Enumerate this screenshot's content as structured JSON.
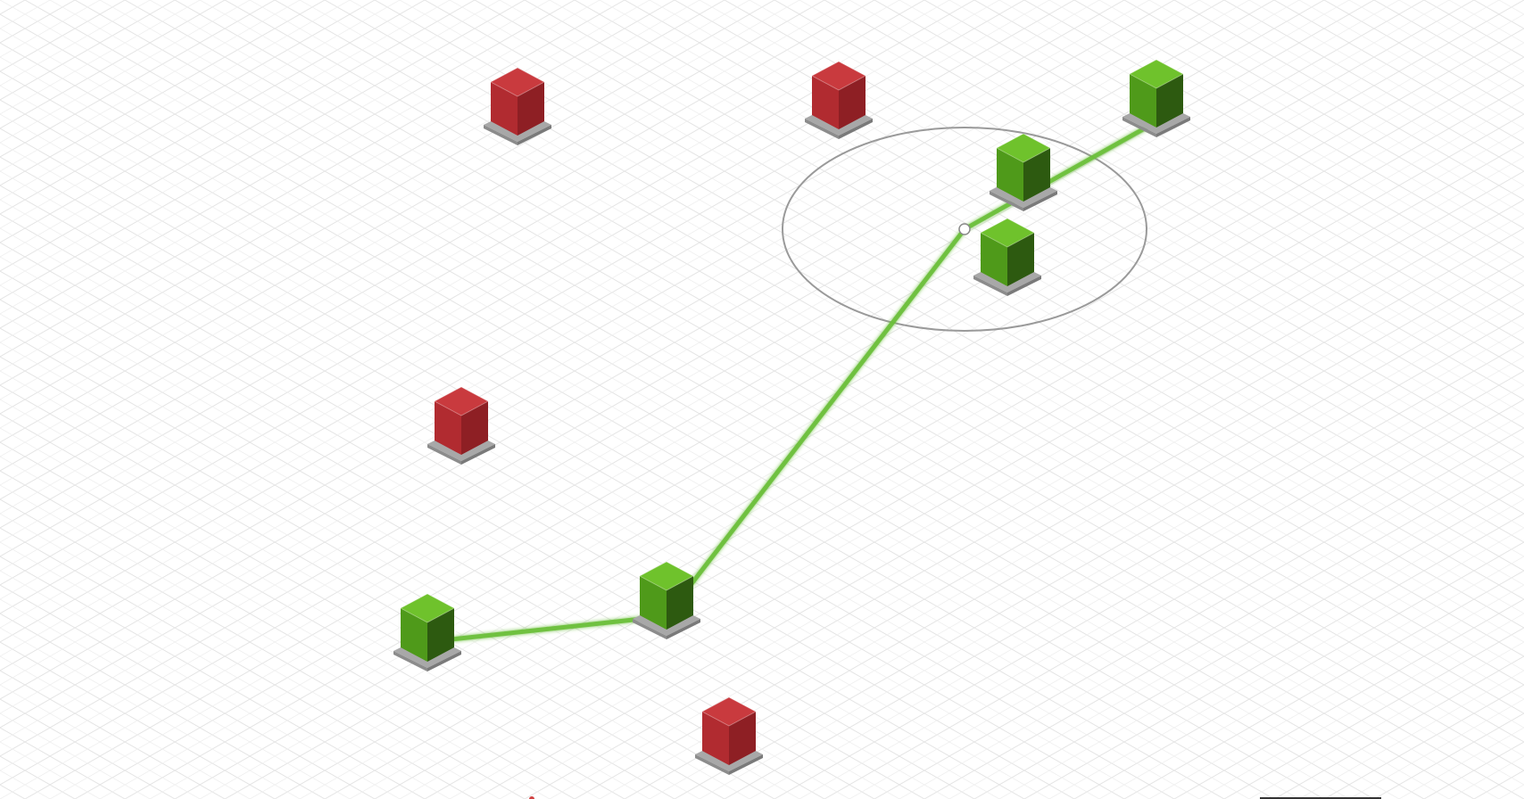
{
  "colors": {
    "background": "#ffffff",
    "grid_line": "#e6e6e6",
    "active_node_top": "#6fc22c",
    "active_node_left": "#4f9a1a",
    "active_node_right": "#2d5a10",
    "inactive_node_top": "#c93a3e",
    "inactive_node_left": "#b12b30",
    "inactive_node_right": "#8e1f24",
    "node_base": "#a8a8a8",
    "connection_line": "#6abf3a",
    "selection_ring": "#9a9a9a"
  },
  "icons": {
    "active_node": "green-cube-icon",
    "inactive_node": "red-cube-icon",
    "junction": "junction-handle-icon"
  },
  "nodes": [
    {
      "name": "node-red-1",
      "state": "inactive"
    },
    {
      "name": "node-red-2",
      "state": "inactive"
    },
    {
      "name": "node-green-1",
      "state": "active"
    },
    {
      "name": "node-green-2",
      "state": "active"
    },
    {
      "name": "node-green-3",
      "state": "active"
    },
    {
      "name": "node-red-3",
      "state": "inactive"
    },
    {
      "name": "node-green-4",
      "state": "active"
    },
    {
      "name": "node-green-5",
      "state": "active"
    },
    {
      "name": "node-red-4",
      "state": "inactive"
    }
  ]
}
